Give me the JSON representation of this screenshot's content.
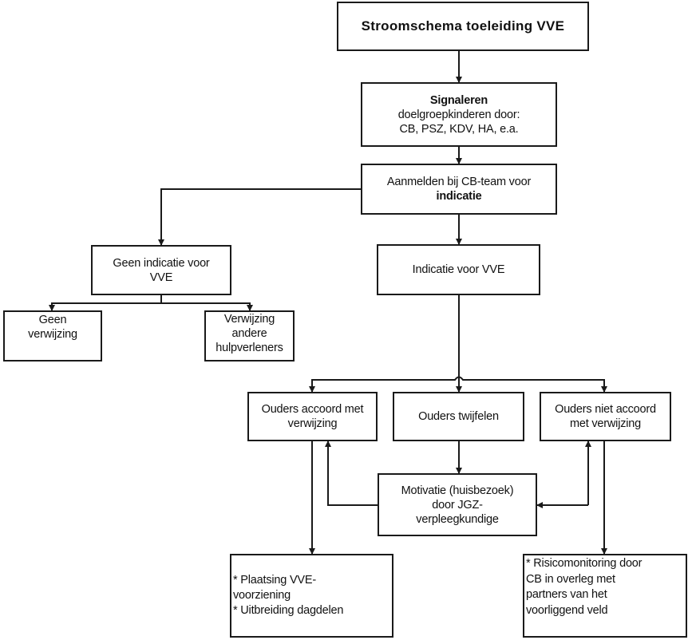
{
  "diagram": {
    "title": "Stroomschema toeleiding VVE",
    "nodes": {
      "signaleren": {
        "heading": "Signaleren",
        "lines": [
          "doelgroepkinderen door:",
          "CB, PSZ, KDV, HA, e.a."
        ]
      },
      "aanmelden": {
        "line1": "Aanmelden bij CB-team voor",
        "line2_bold": "indicatie"
      },
      "geen_indicatie": {
        "lines": [
          "Geen indicatie voor",
          "VVE"
        ]
      },
      "indicatie": {
        "lines": [
          "Indicatie voor VVE"
        ]
      },
      "geen_verwijzing": {
        "lines": [
          "Geen",
          "verwijzing"
        ]
      },
      "verwijzing_andere": {
        "lines": [
          "Verwijzing",
          "andere",
          "hulpverleners"
        ]
      },
      "ouders_accoord": {
        "lines": [
          "Ouders accoord met",
          "verwijzing"
        ]
      },
      "ouders_twijfelen": {
        "lines": [
          "Ouders twijfelen"
        ]
      },
      "ouders_niet_accoord": {
        "lines": [
          "Ouders niet accoord",
          "met verwijzing"
        ]
      },
      "motivatie": {
        "lines": [
          "Motivatie (huisbezoek)",
          "door JGZ-",
          "verpleegkundige"
        ]
      },
      "plaatsing": {
        "lines": [
          "* Plaatsing VVE-",
          "voorziening",
          "* Uitbreiding dagdelen"
        ]
      },
      "risicomonitoring": {
        "lines": [
          "* Risicomonitoring door",
          "CB in overleg met",
          "partners van het",
          "voorliggend veld"
        ]
      }
    },
    "edges": [
      {
        "from": "title",
        "to": "signaleren"
      },
      {
        "from": "signaleren",
        "to": "aanmelden"
      },
      {
        "from": "aanmelden",
        "to": "geen_indicatie"
      },
      {
        "from": "aanmelden",
        "to": "indicatie"
      },
      {
        "from": "geen_indicatie",
        "to": "geen_verwijzing"
      },
      {
        "from": "geen_indicatie",
        "to": "verwijzing_andere"
      },
      {
        "from": "indicatie",
        "to": "ouders_accoord"
      },
      {
        "from": "indicatie",
        "to": "ouders_twijfelen"
      },
      {
        "from": "indicatie",
        "to": "ouders_niet_accoord"
      },
      {
        "from": "ouders_twijfelen",
        "to": "motivatie"
      },
      {
        "from": "motivatie",
        "to": "ouders_accoord"
      },
      {
        "from": "motivatie",
        "to": "ouders_niet_accoord",
        "bidirectional": true
      },
      {
        "from": "ouders_accoord",
        "to": "plaatsing"
      },
      {
        "from": "ouders_niet_accoord",
        "to": "risicomonitoring"
      }
    ],
    "colors": {
      "stroke": "#1a1a1a",
      "background": "#ffffff"
    }
  }
}
